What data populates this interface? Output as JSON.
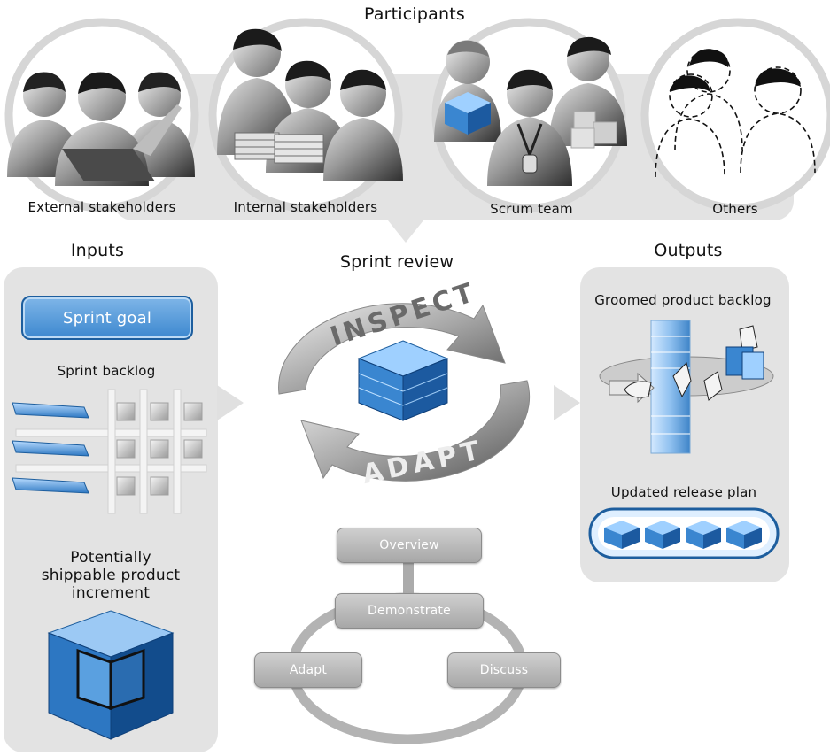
{
  "header": {
    "title": "Participants"
  },
  "participants": [
    {
      "label": "External stakeholders"
    },
    {
      "label": "Internal stakeholders"
    },
    {
      "label": "Scrum team"
    },
    {
      "label": "Others"
    }
  ],
  "inputs": {
    "title": "Inputs",
    "sprint_goal": "Sprint goal",
    "sprint_backlog": "Sprint backlog",
    "increment": [
      "Potentially",
      "shippable product",
      "increment"
    ]
  },
  "review": {
    "title": "Sprint review",
    "inspect": "INSPECT",
    "adapt": "ADAPT",
    "steps": {
      "overview": "Overview",
      "demonstrate": "Demonstrate",
      "adapt": "Adapt",
      "discuss": "Discuss"
    }
  },
  "outputs": {
    "title": "Outputs",
    "groomed": "Groomed product backlog",
    "release": "Updated release plan"
  },
  "colors": {
    "panel": "#e3e3e3",
    "accent_blue": "#3c87cf",
    "gray_dark": "#5a5a5a"
  }
}
